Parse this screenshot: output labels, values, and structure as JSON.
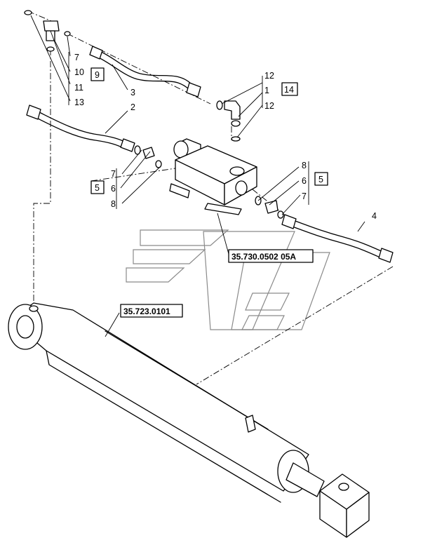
{
  "callouts": {
    "n1": "1",
    "n2": "2",
    "n3": "3",
    "n4": "4",
    "n5a": "5",
    "n5b": "5",
    "n6a": "6",
    "n6b": "6",
    "n7a": "7",
    "n7b": "7",
    "n7c": "7",
    "n8a": "8",
    "n8b": "8",
    "n9": "9",
    "n10": "10",
    "n11": "11",
    "n12a": "12",
    "n12b": "12",
    "n13": "13",
    "n14": "14"
  },
  "references": {
    "valve": "35.730.0502 05A",
    "cylinder": "35.723.0101"
  }
}
